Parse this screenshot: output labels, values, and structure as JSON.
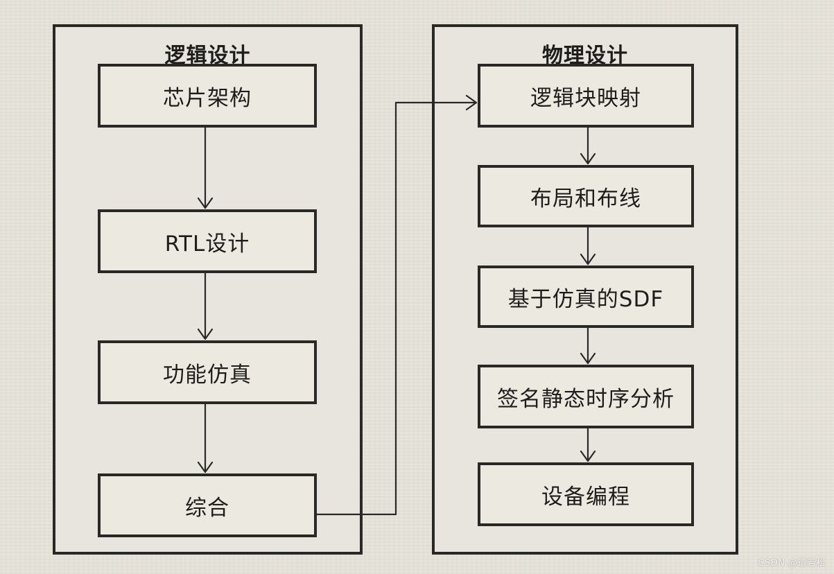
{
  "diagram": {
    "panels": {
      "logical": {
        "title": "逻辑设计",
        "steps": [
          "芯片架构",
          "RTL设计",
          "功能仿真",
          "综合"
        ]
      },
      "physical": {
        "title": "物理设计",
        "steps": [
          "逻辑块映射",
          "布局和布线",
          "基于仿真的SDF",
          "签名静态时序分析",
          "设备编程"
        ]
      }
    }
  },
  "watermark": {
    "text": "CSDN @道若松"
  },
  "colors": {
    "background": "#e6e3da",
    "line": "#2a2826",
    "box_fill": "#ece9e0"
  }
}
